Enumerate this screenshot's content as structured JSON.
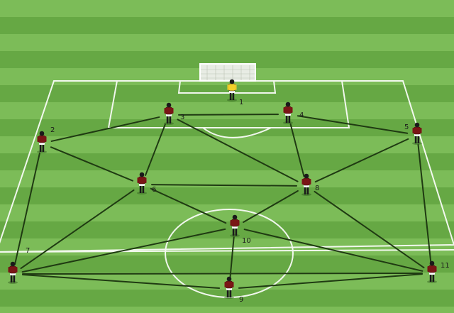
{
  "diagram": {
    "players": [
      {
        "number": "1",
        "role": "goalkeeper"
      },
      {
        "number": "2"
      },
      {
        "number": "3"
      },
      {
        "number": "4"
      },
      {
        "number": "5"
      },
      {
        "number": "6"
      },
      {
        "number": "7"
      },
      {
        "number": "8"
      },
      {
        "number": "9"
      },
      {
        "number": "10"
      },
      {
        "number": "11"
      }
    ],
    "passing_links": [
      [
        "2",
        "3"
      ],
      [
        "2",
        "6"
      ],
      [
        "2",
        "7"
      ],
      [
        "3",
        "4"
      ],
      [
        "3",
        "6"
      ],
      [
        "3",
        "8"
      ],
      [
        "4",
        "5"
      ],
      [
        "4",
        "8"
      ],
      [
        "5",
        "8"
      ],
      [
        "5",
        "11"
      ],
      [
        "6",
        "8"
      ],
      [
        "6",
        "10"
      ],
      [
        "6",
        "7"
      ],
      [
        "8",
        "10"
      ],
      [
        "8",
        "11"
      ],
      [
        "7",
        "10"
      ],
      [
        "7",
        "9"
      ],
      [
        "7",
        "11"
      ],
      [
        "10",
        "9"
      ],
      [
        "10",
        "11"
      ],
      [
        "9",
        "11"
      ]
    ],
    "colors": {
      "grass_light": "#7cbc58",
      "grass_dark": "#66a844",
      "pitch_lines": "#ffffff",
      "pass_lines": "#1f3a12",
      "kit": "#7a1616",
      "goalkeeper_kit": "#f2d02a"
    }
  }
}
